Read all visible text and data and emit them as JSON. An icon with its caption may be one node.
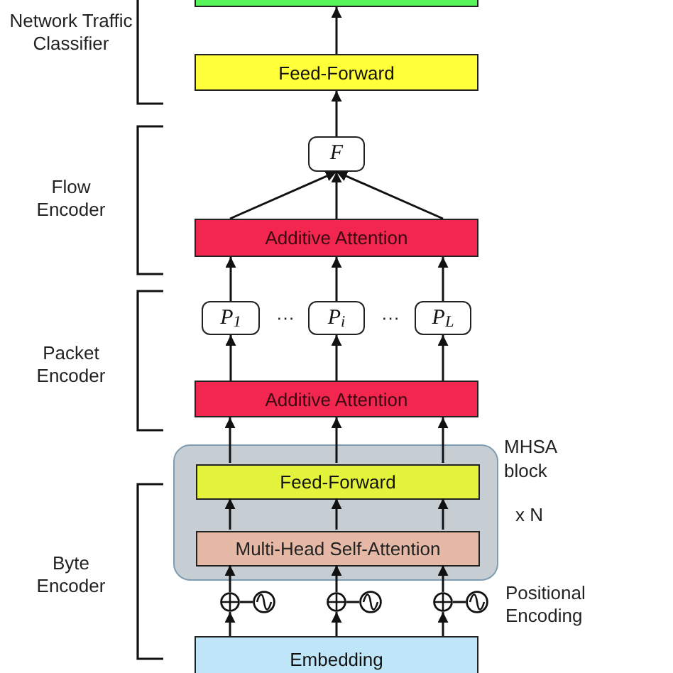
{
  "diagram": {
    "nodes": [
      {
        "text": [],
        "shape": "box"
      },
      {
        "text": [
          "Feed-Forward"
        ]
      },
      {
        "text": [
          "F"
        ]
      },
      {
        "text": [
          "Additive Attention"
        ]
      },
      {
        "text": [
          "P$_{1}$"
        ]
      },
      {
        "text": [
          "P$_{i}$"
        ]
      },
      {
        "text": [
          "P$_{L}$"
        ]
      },
      {
        "text": [
          "Additive Attention"
        ]
      },
      {
        "text": [
          "MHSA block"
        ],
        "beside": [
          "x N"
        ]
      },
      {
        "text": [
          "Feed-Forward"
        ],
        "in": 8
      },
      {
        "text": [
          "Multi-Head Self-Attention"
        ],
        "in": 8
      },
      {
        "text": [],
        "shape": "circle"
      },
      {
        "text": [],
        "shape": "circle"
      },
      {
        "text": [],
        "shape": "circle"
      },
      {
        "text": [],
        "shape": "circle"
      },
      {
        "text": [],
        "shape": "circle"
      },
      {
        "text": [],
        "shape": "circle"
      },
      {
        "text": [
          "Embedding"
        ]
      }
    ],
    "edges": [
      {
        "from": 1,
        "to": 0,
        "arrow": "to"
      },
      {
        "from": 2,
        "to": 1,
        "arrow": "to"
      },
      {
        "from": 3,
        "to": 2,
        "arrow": "to"
      },
      {
        "from": 3,
        "to": 2,
        "arrow": "to"
      },
      {
        "from": 3,
        "to": 2,
        "arrow": "to"
      },
      {
        "from": 4,
        "to": 3,
        "arrow": "to"
      },
      {
        "from": 5,
        "to": 3,
        "arrow": "to"
      },
      {
        "from": 6,
        "to": 3,
        "arrow": "to"
      },
      {
        "from": 7,
        "to": 4,
        "arrow": "to"
      },
      {
        "from": 7,
        "to": 5,
        "arrow": "to"
      },
      {
        "from": 7,
        "to": 6,
        "arrow": "to"
      },
      {
        "from": 9,
        "to": 7,
        "arrow": "to"
      },
      {
        "from": 9,
        "to": 7,
        "arrow": "to"
      },
      {
        "from": 9,
        "to": 7,
        "arrow": "to"
      },
      {
        "from": 10,
        "to": 9,
        "arrow": "to"
      },
      {
        "from": 10,
        "to": 9,
        "arrow": "to"
      },
      {
        "from": 10,
        "to": 9,
        "arrow": "to"
      },
      {
        "from": 11,
        "to": 10,
        "arrow": "to"
      },
      {
        "from": 13,
        "to": 10,
        "arrow": "to"
      },
      {
        "from": 15,
        "to": 10,
        "arrow": "to"
      },
      {
        "from": 17,
        "to": 11,
        "arrow": "to"
      },
      {
        "from": 17,
        "to": 13,
        "arrow": "to"
      },
      {
        "from": 17,
        "to": 15,
        "arrow": "to"
      },
      {
        "from": 12,
        "to": 11,
        "arrow": "none"
      },
      {
        "from": 14,
        "to": 13,
        "arrow": "none"
      },
      {
        "from": 16,
        "to": 15,
        "arrow": "none"
      }
    ],
    "labels": [
      "Network Traffic Classifier",
      "Flow Encoder",
      "···",
      "···",
      "Packet Encoder",
      "Byte Encoder",
      "Positional Encoding"
    ]
  }
}
